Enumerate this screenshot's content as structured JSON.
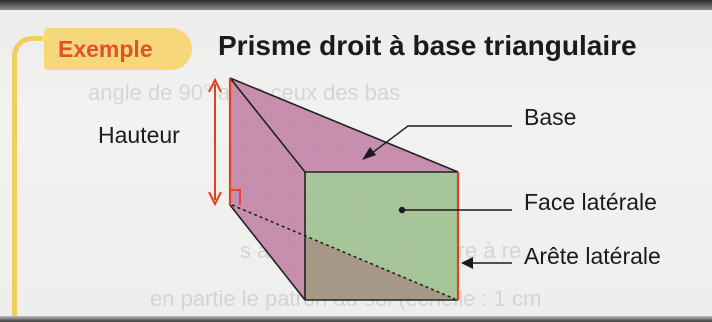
{
  "badge": {
    "label": "Exemple"
  },
  "title": "Prisme droit à base triangulaire",
  "labels": {
    "hauteur": "Hauteur",
    "base": "Base",
    "face": "Face latérale",
    "arete": "Arête latérale"
  },
  "colors": {
    "base_face": "#c990b0",
    "lateral_face": "#a8c79a",
    "edge": "#e0401c",
    "badge_bg": "#f6d77a",
    "badge_text": "#e0522d",
    "bracket": "#f2cf5c"
  }
}
